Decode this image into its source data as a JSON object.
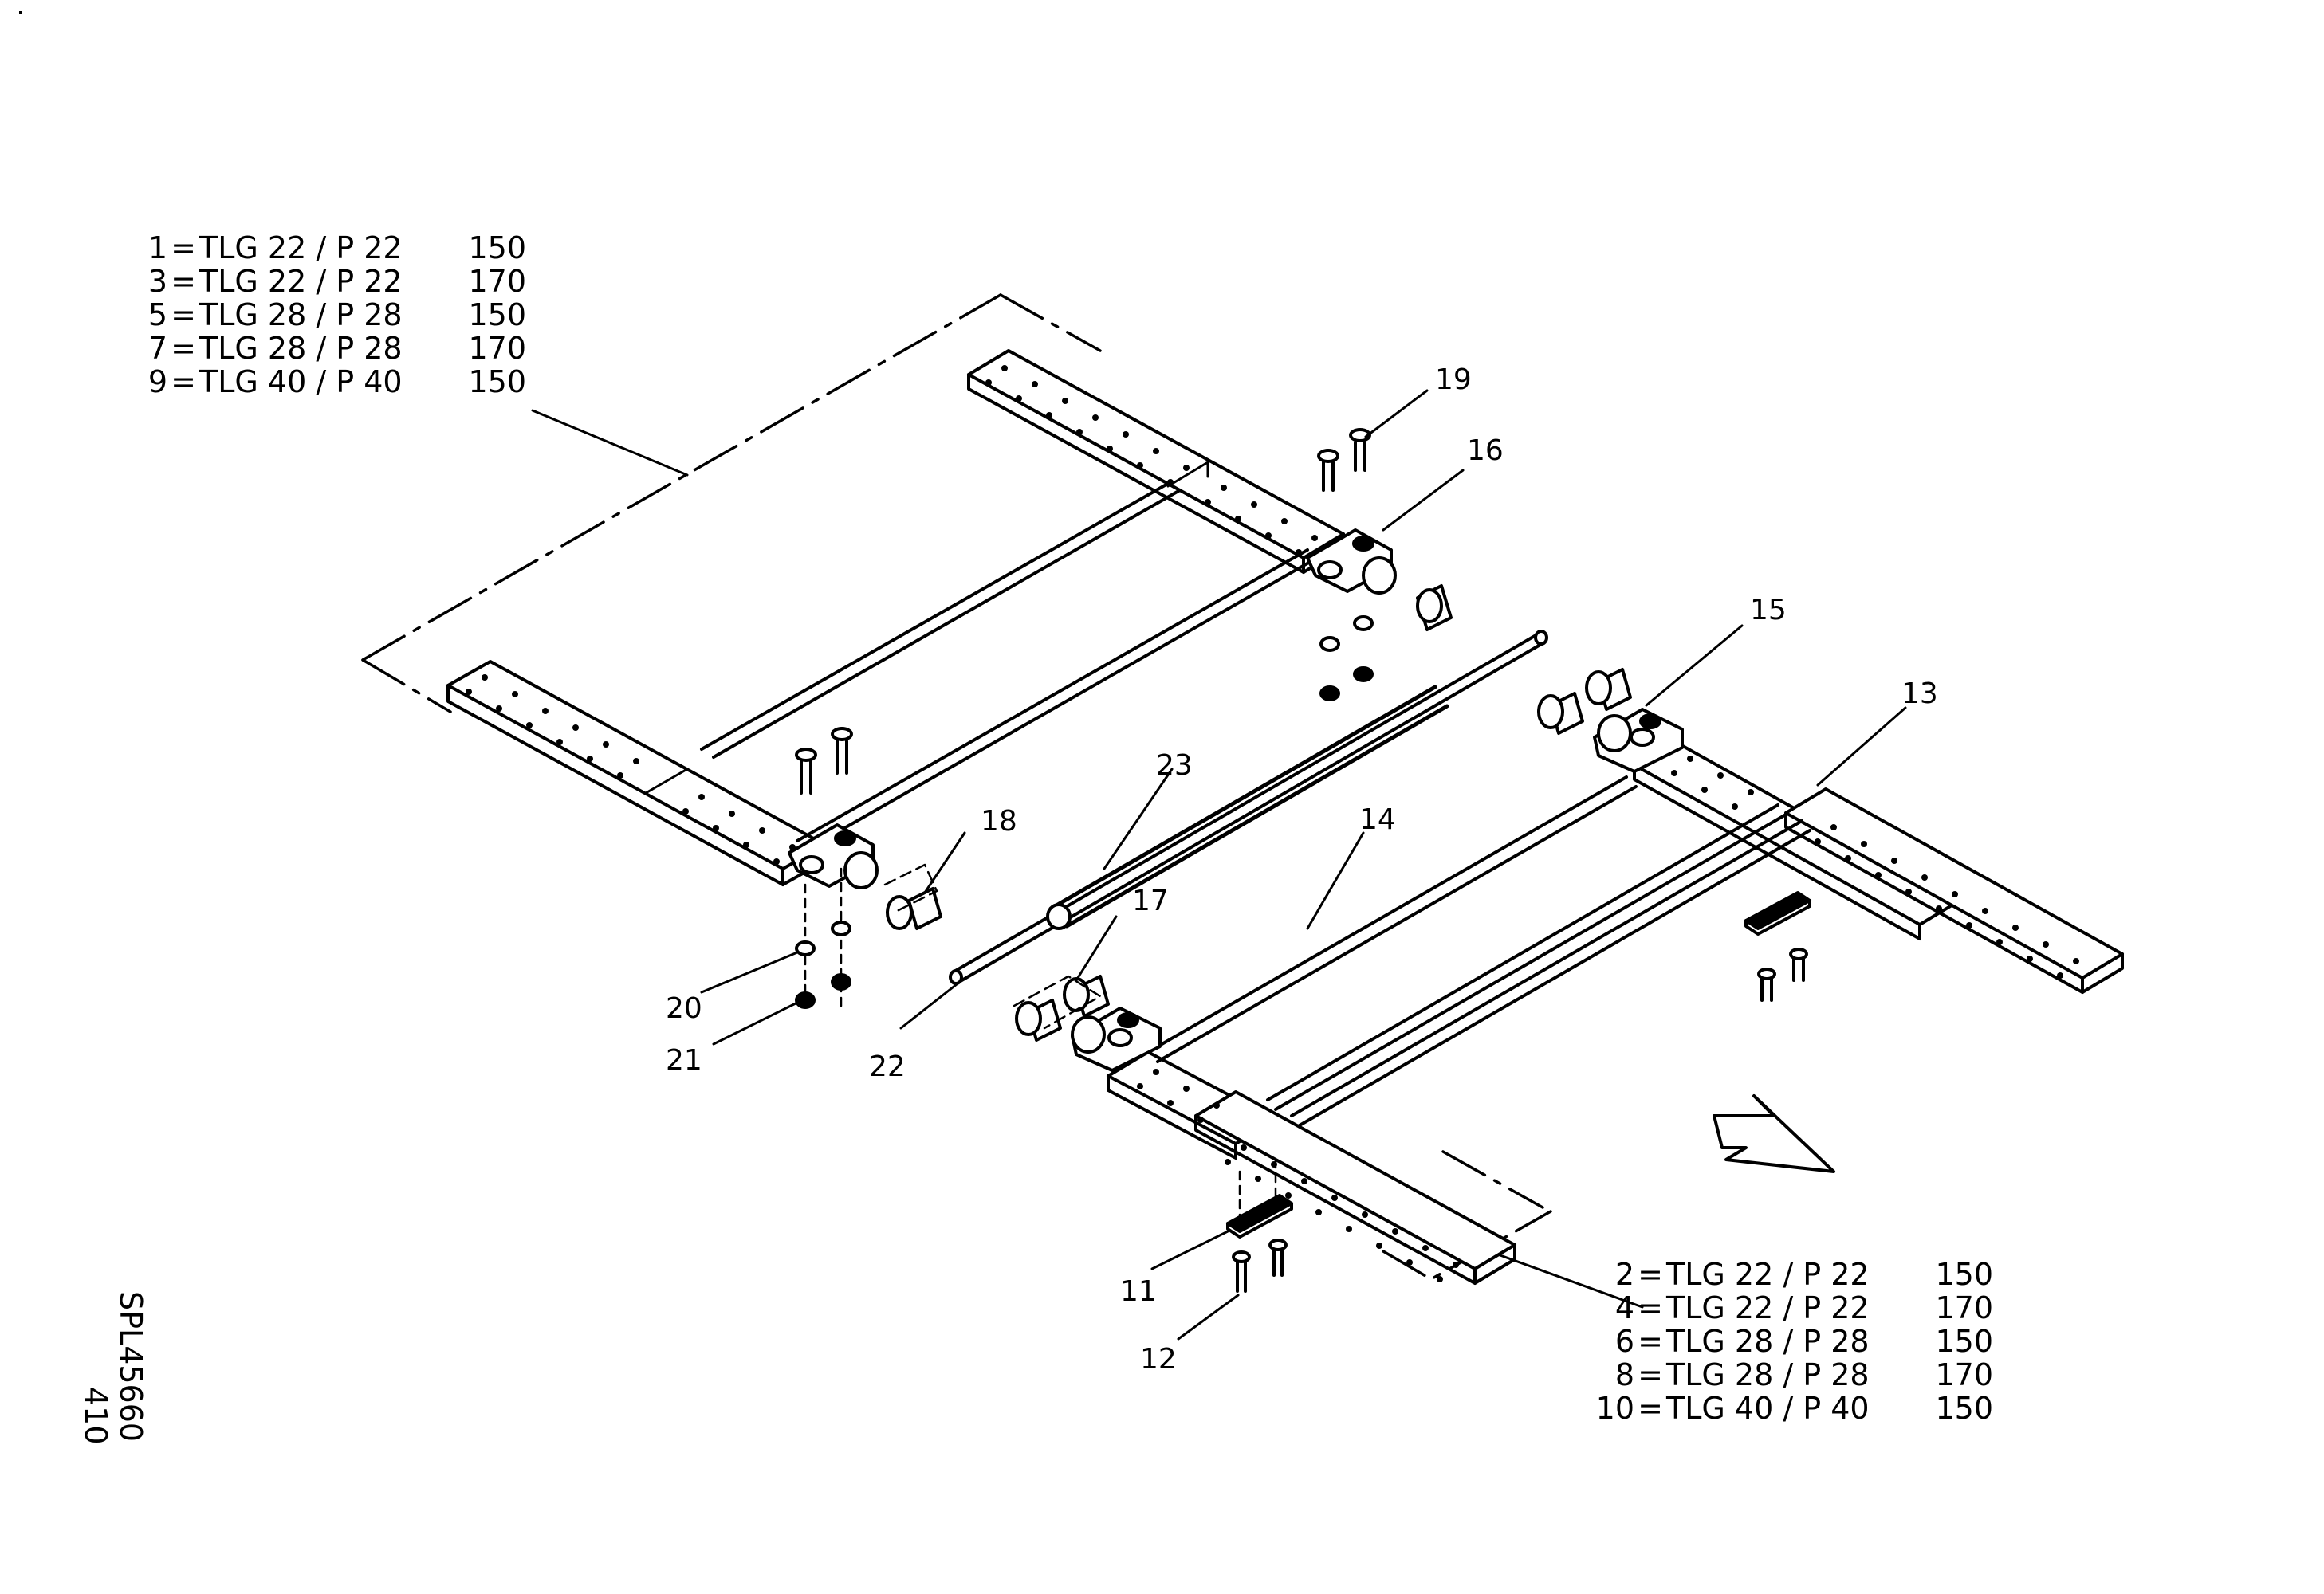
{
  "legend_top": [
    {
      "num": "1",
      "desc": "TLG 22 / P 22",
      "val": "150"
    },
    {
      "num": "3",
      "desc": "TLG 22 / P 22",
      "val": "170"
    },
    {
      "num": "5",
      "desc": "TLG 28 / P 28",
      "val": "150"
    },
    {
      "num": "7",
      "desc": "TLG 28 / P 28",
      "val": "170"
    },
    {
      "num": "9",
      "desc": "TLG 40 / P 40",
      "val": "150"
    }
  ],
  "legend_bottom": [
    {
      "num": "2",
      "desc": "TLG 22 / P 22",
      "val": "150"
    },
    {
      "num": "4",
      "desc": "TLG 22 / P 22",
      "val": "170"
    },
    {
      "num": "6",
      "desc": "TLG 28 / P 28",
      "val": "150"
    },
    {
      "num": "8",
      "desc": "TLG 28 / P 28",
      "val": "170"
    },
    {
      "num": "10",
      "desc": "TLG 40 / P 40",
      "val": "150"
    }
  ],
  "legend_symbol": "=",
  "callouts": {
    "c11": "11",
    "c12": "12",
    "c13": "13",
    "c14": "14",
    "c15": "15",
    "c16": "16",
    "c17": "17",
    "c18": "18",
    "c19": "19",
    "c20": "20",
    "c21": "21",
    "c22": "22",
    "c23": "23"
  },
  "side_code": {
    "line1": "SPL45660",
    "line2": "410"
  }
}
